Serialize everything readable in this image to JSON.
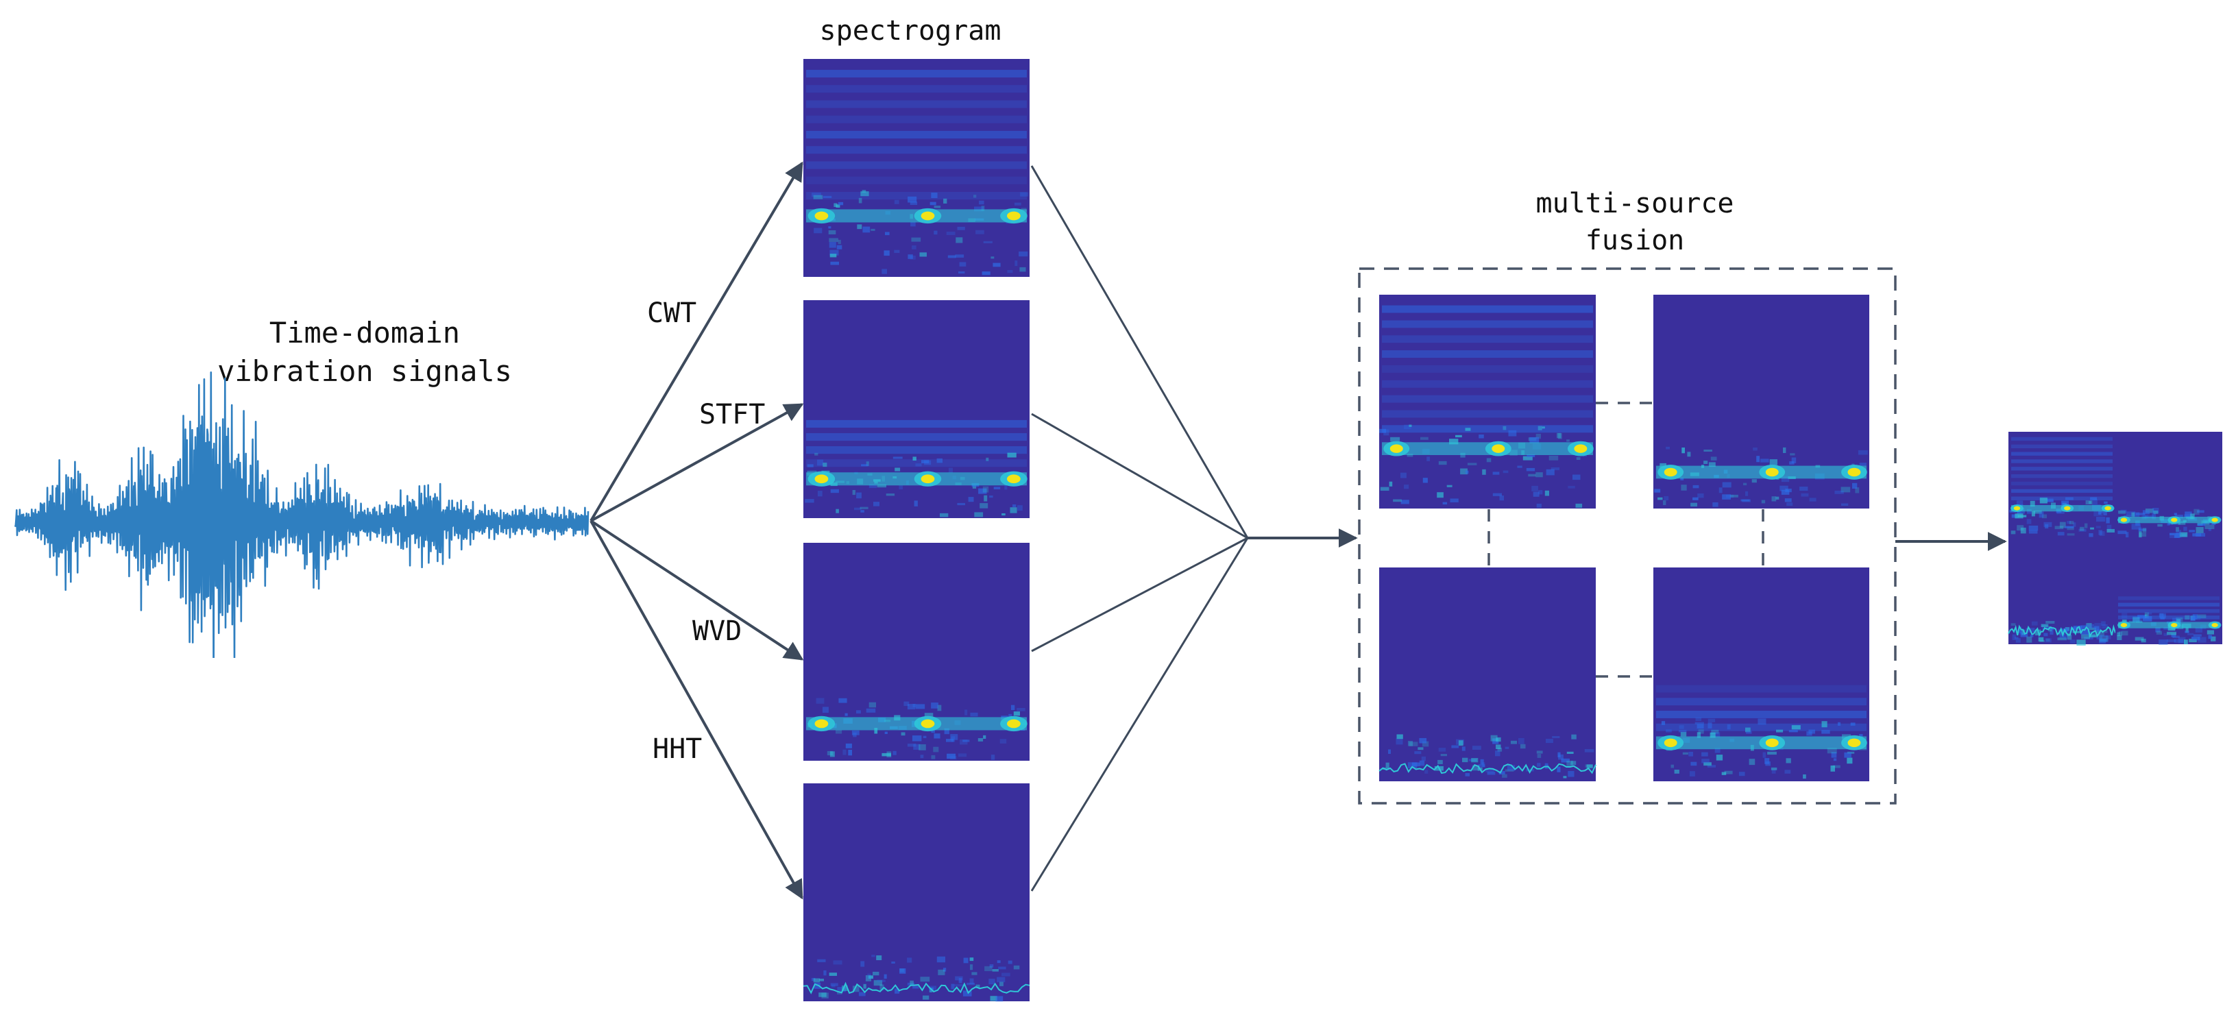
{
  "signal": {
    "title_line1": "Time-domain",
    "title_line2": "vibration signals"
  },
  "methods": [
    "CWT",
    "STFT",
    "WVD",
    "HHT"
  ],
  "spectrogram_label": "spectrogram",
  "fusion_label_line1": "multi-source",
  "fusion_label_line2": "fusion",
  "colors": {
    "signal": "#2f7fc0",
    "arrow": "#3d4a5c",
    "spec_bg": "#3a2f9c",
    "spec_blue": "#2c6ee8",
    "spec_cyan": "#2fc7d8",
    "spec_yellow": "#f2e318",
    "dashed_box": "#4a5568"
  }
}
